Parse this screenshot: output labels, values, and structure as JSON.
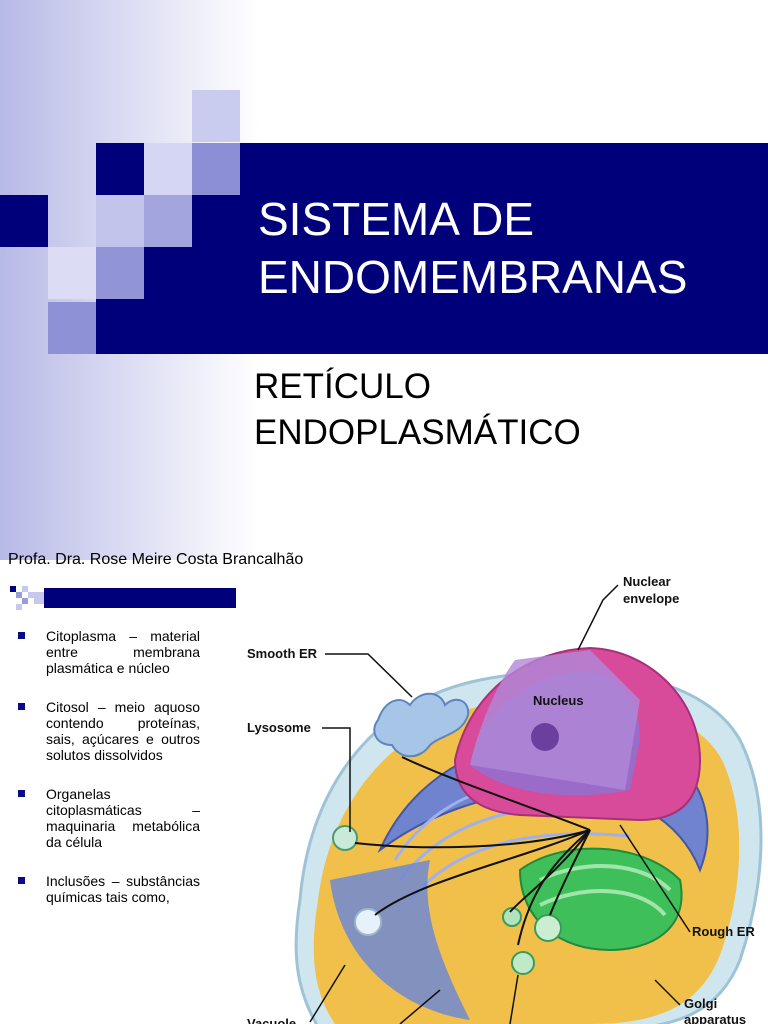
{
  "title": {
    "line1": "SISTEMA DE",
    "line2": "ENDOMEMBRANAS"
  },
  "subtitle": {
    "line1": "RETÍCULO",
    "line2": "ENDOPLASMÁTICO"
  },
  "author": "Profa. Dra. Rose Meire Costa Brancalhão",
  "bullets": [
    "Citoplasma – material entre membrana plasmática e núcleo",
    "Citosol – meio aquoso contendo proteínas, sais, açúcares e outros solutos dissolvidos",
    "Organelas citoplasmáticas – maquinaria metabólica da célula",
    "Inclusões – substâncias químicas tais como,"
  ],
  "figure": {
    "labels": {
      "nuclear_envelope_1": "Nuclear",
      "nuclear_envelope_2": "envelope",
      "smooth_er": "Smooth ER",
      "nucleus": "Nucleus",
      "lysosome": "Lysosome",
      "rough_er": "Rough ER",
      "golgi_1": "Golgi",
      "golgi_2": "apparatus",
      "vacuole": "Vacuole"
    }
  },
  "colors": {
    "band": "#00007a",
    "bullet": "#0a0a8a"
  }
}
